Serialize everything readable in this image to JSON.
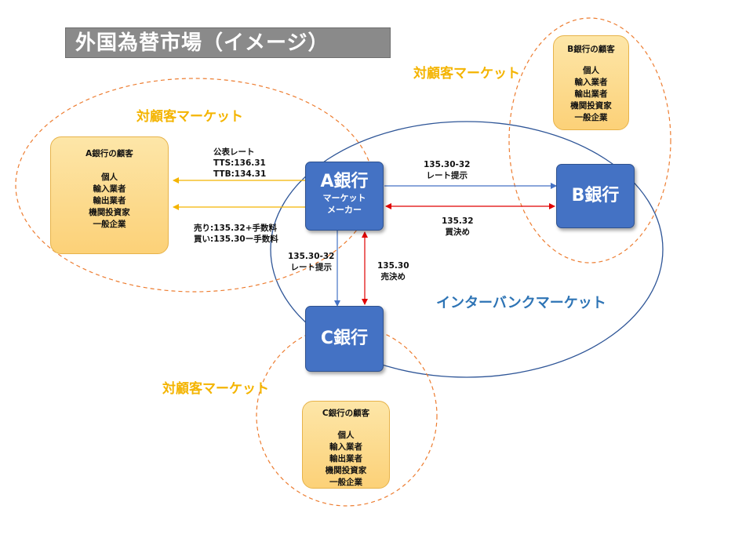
{
  "title": "外国為替市場（イメージ）",
  "markets": {
    "a_customer_market": "対顧客マーケット",
    "b_customer_market": "対顧客マーケット",
    "c_customer_market": "対顧客マーケット",
    "interbank_market": "インターバンクマーケット"
  },
  "banks": {
    "a": {
      "name": "A銀行",
      "role_line1": "マーケット",
      "role_line2": "メーカー"
    },
    "b": {
      "name": "B銀行"
    },
    "c": {
      "name": "C銀行"
    }
  },
  "customers": {
    "a": {
      "heading": "A銀行の顧客",
      "items": [
        "個人",
        "輸入業者",
        "輸出業者",
        "機関投資家",
        "一般企業"
      ]
    },
    "b": {
      "heading": "B銀行の顧客",
      "items": [
        "個人",
        "輸入業者",
        "輸出業者",
        "機関投資家",
        "一般企業"
      ]
    },
    "c": {
      "heading": "C銀行の顧客",
      "items": [
        "個人",
        "輸入業者",
        "輸出業者",
        "機関投資家",
        "一般企業"
      ]
    }
  },
  "rates": {
    "public_rate_title": "公表レート",
    "tts": "TTS:136.31",
    "ttb": "TTB:134.31",
    "sell": "売り:135.32+手数料",
    "buy": "買い:135.30ー手数料",
    "a_to_b_quote": "135.30-32",
    "a_to_b_quote_label": "レート提示",
    "b_deal": "135.32",
    "b_deal_label": "買決め",
    "a_to_c_quote": "135.30-32",
    "a_to_c_quote_label": "レート提示",
    "c_deal": "135.30",
    "c_deal_label": "売決め"
  },
  "colors": {
    "bank_blue": "#4472c4",
    "market_orange": "#f4b400",
    "interbank_blue": "#2e74b5",
    "customer_fill": "#fcd178",
    "dashed_orange": "#ed7d31",
    "arrow_yellow": "#f4b400",
    "arrow_red": "#e00000",
    "arrow_blue": "#4472c4"
  }
}
